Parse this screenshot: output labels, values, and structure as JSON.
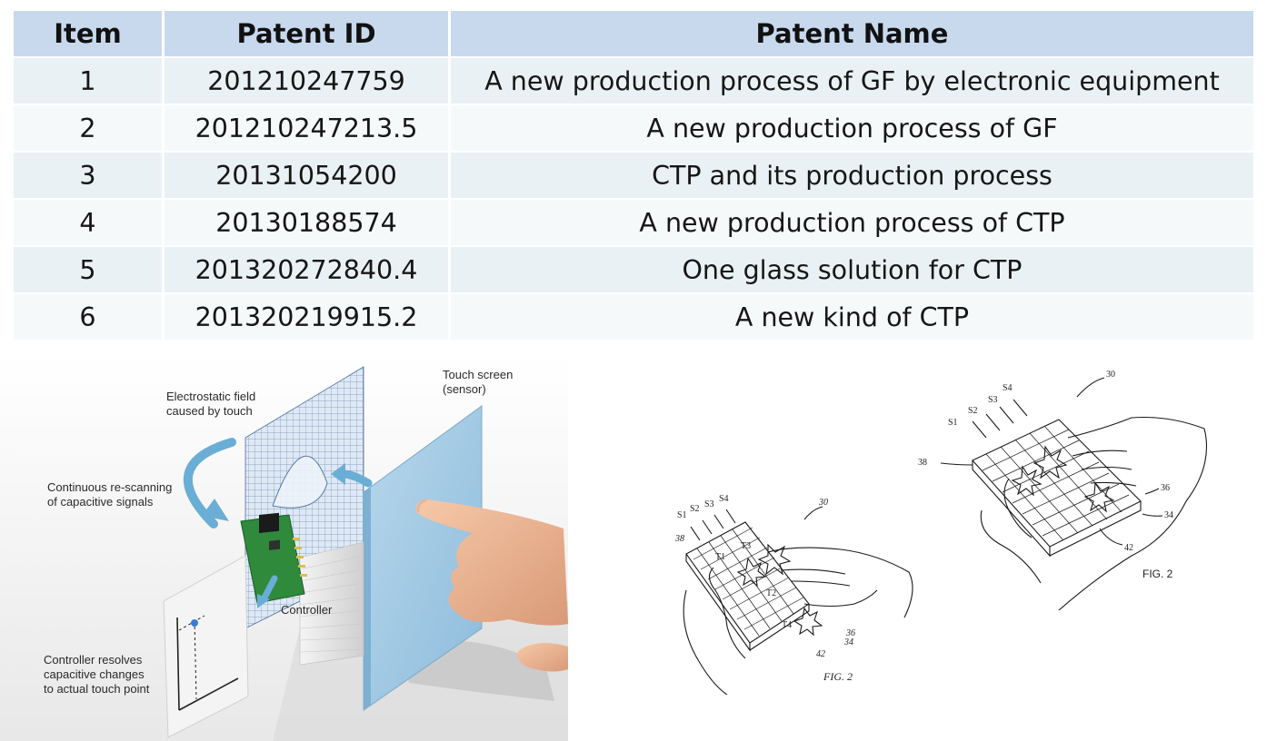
{
  "table": {
    "headers": [
      "Item",
      "Patent ID",
      "Patent Name"
    ],
    "rows": [
      [
        "1",
        "201210247759",
        "A new production process of GF by electronic equipment"
      ],
      [
        "2",
        "201210247213.5",
        "A new production process of GF"
      ],
      [
        "3",
        "20131054200",
        "CTP and its production process"
      ],
      [
        "4",
        "20130188574",
        "A new production process of CTP"
      ],
      [
        "5",
        "201320272840.4",
        "One glass solution for CTP"
      ],
      [
        "6",
        "201320219915.2",
        "A new kind of CTP"
      ]
    ]
  },
  "figure_left": {
    "labels": {
      "touch_screen": "Touch screen\n(sensor)",
      "electrostatic": "Electrostatic field\ncaused by touch",
      "rescan": "Continuous re-scanning\nof capacitive signals",
      "controller": "Controller",
      "resolves": "Controller resolves\ncapacitive changes\nto actual touch point"
    }
  },
  "figure_mid": {
    "caption": "FIG. 2",
    "ref_30": "30",
    "ref_38": "38",
    "ref_36": "36",
    "ref_34": "34",
    "ref_42": "42",
    "s1": "S1",
    "s2": "S2",
    "s3": "S3",
    "s4": "S4",
    "t1": "T1",
    "t2": "T2",
    "t3": "T3",
    "t4": "T4"
  },
  "figure_right": {
    "caption": "FIG. 2",
    "ref_30": "30",
    "ref_38": "38",
    "ref_36": "36",
    "ref_34": "34",
    "ref_42": "42",
    "s1": "S1",
    "s2": "S2",
    "s3": "S3",
    "s4": "S4"
  },
  "colors": {
    "header_bg": "#c8d9ee",
    "row_odd_bg": "#e9f1f4",
    "row_even_bg": "#f6f9fa",
    "screen_blue": "#9fc6e2",
    "arrow_blue": "#6aaed6",
    "pcb_green": "#2f8a3c"
  }
}
